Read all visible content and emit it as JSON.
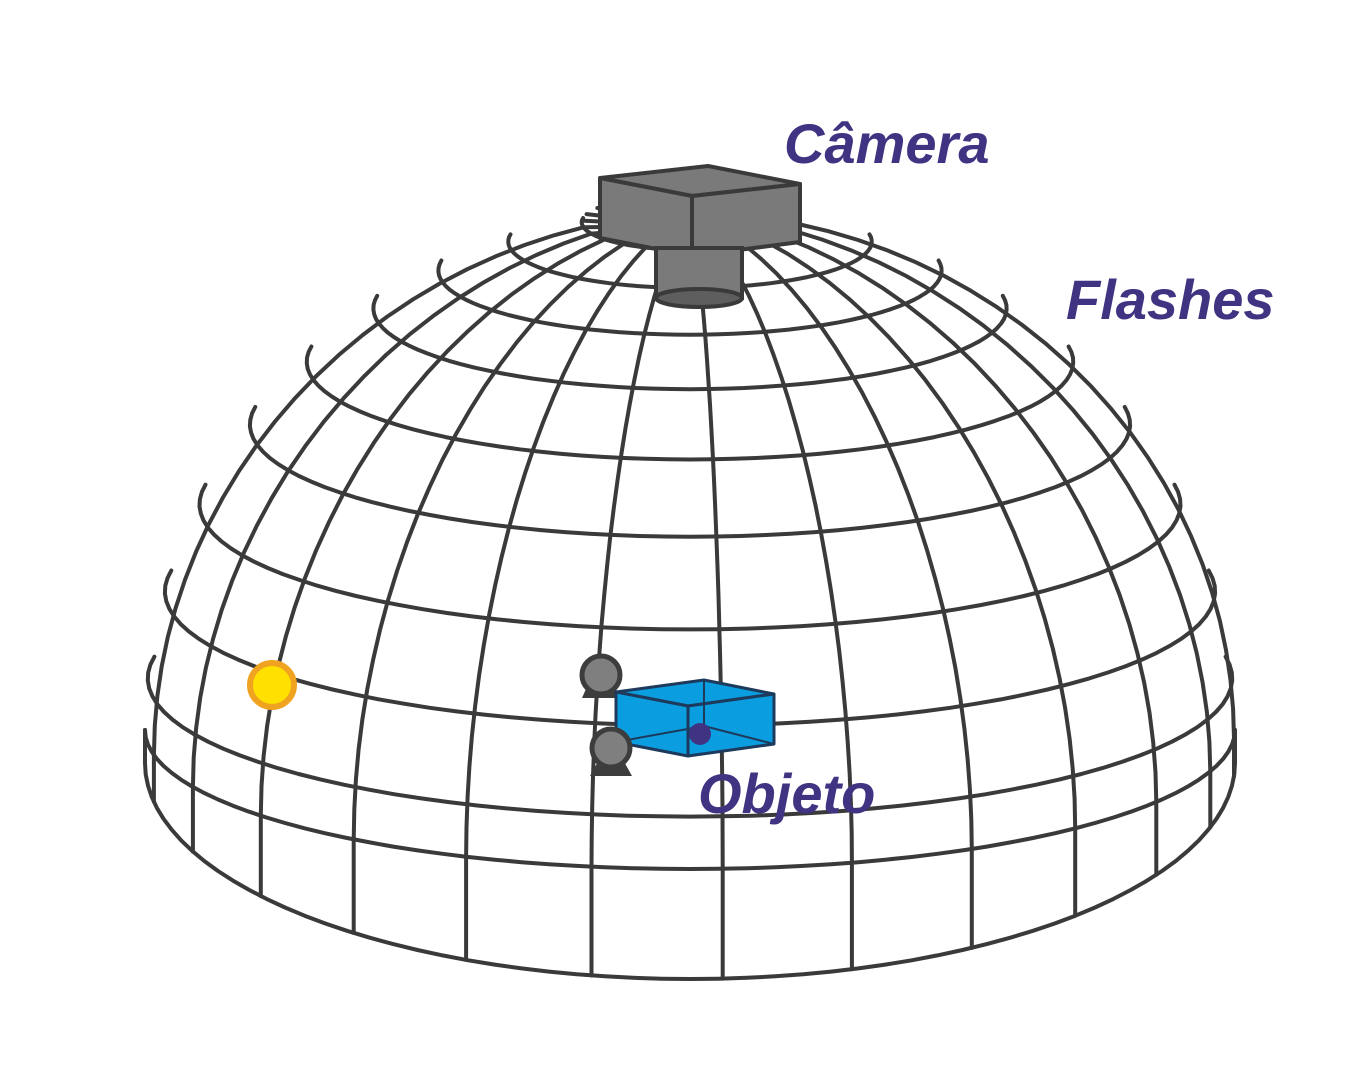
{
  "labels": {
    "camera": "Câmera",
    "flashes": "Flashes",
    "object": "Objeto"
  },
  "colors": {
    "label_text": "#3f3382",
    "wire": "#3a3a3a",
    "camera_fill": "#7a7a7a",
    "camera_dark": "#5e5e5e",
    "object_fill": "#0a9ee0",
    "object_edge": "#1d3a5c",
    "object_point": "#3f3382",
    "flash_fill": "#ffe000",
    "flash_ring": "#f0a320",
    "mount_fill": "#7f7f7f",
    "mount_dark": "#3d3d3d"
  },
  "icons": {
    "camera": "camera-box-icon",
    "flash": "flash-light-icon",
    "mount": "tripod-mount-icon"
  }
}
